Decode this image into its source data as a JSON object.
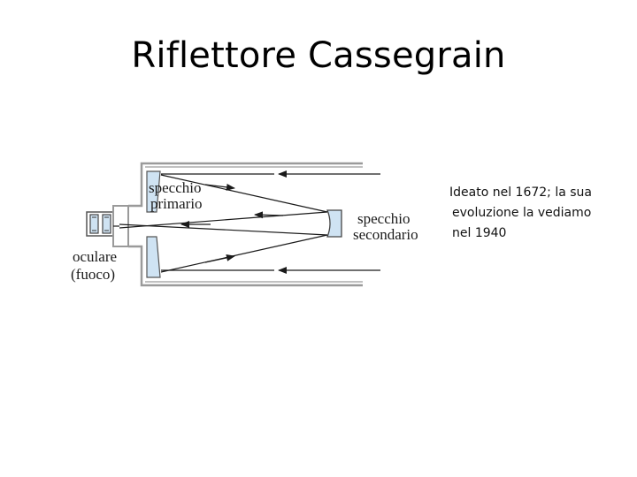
{
  "slide": {
    "title": "Riflettore Cassegrain"
  },
  "diagram": {
    "labels": {
      "primary_mirror": [
        "specchio",
        "primario"
      ],
      "secondary_mirror": [
        "specchio",
        "secondario"
      ],
      "eyepiece": [
        "oculare",
        "(fuoco)"
      ]
    },
    "colors": {
      "mirror_fill": "#cfe3f3",
      "tube": "#9a9a9a",
      "rays": "#1a1a1a"
    }
  },
  "note": {
    "lines": [
      "Ideato nel 1672; la sua",
      "evoluzione la vediamo",
      "nel 1940"
    ]
  }
}
